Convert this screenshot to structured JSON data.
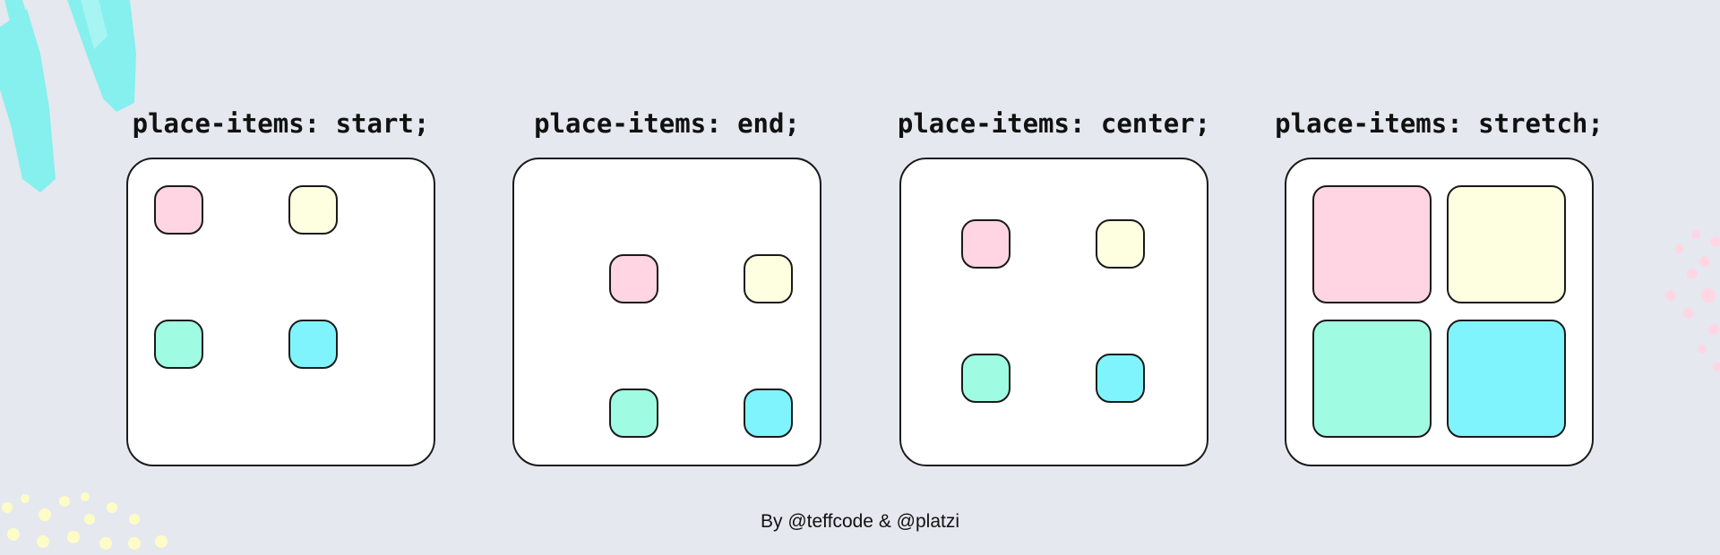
{
  "panels": [
    {
      "title": "place-items: start;"
    },
    {
      "title": "place-items: end;"
    },
    {
      "title": "place-items: center;"
    },
    {
      "title": "place-items: stretch;"
    }
  ],
  "item_colors": {
    "pink": "#ffd4e3",
    "yellow": "#fefee0",
    "green": "#9ffce2",
    "cyan": "#80f4fd"
  },
  "decoration_colors": {
    "brush": "#86f0ee",
    "dots_left": "#fdfcc6",
    "dots_right": "#ffd6e4"
  },
  "footer": {
    "credit": "By @teffcode & @platzi"
  }
}
